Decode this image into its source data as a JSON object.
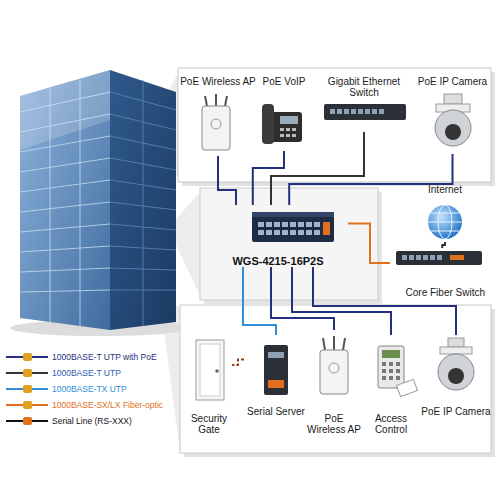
{
  "diagram": {
    "nodes": [
      {
        "text": [
          "PoE Wireless AP"
        ]
      },
      {
        "text": [
          "PoE VoIP"
        ]
      },
      {
        "text": [
          "Gigabit Ethernet Switch"
        ]
      },
      {
        "text": [
          "PoE IP Camera"
        ]
      },
      {
        "text": [
          "Internet"
        ]
      },
      {
        "text": [
          "WGS-4215-16P2S"
        ]
      },
      {
        "text": [
          "Core Fiber Switch"
        ]
      },
      {
        "text": [
          "Security Gate"
        ]
      },
      {
        "text": [
          "Serial Server"
        ]
      },
      {
        "text": [
          "PoE Wireless AP"
        ]
      },
      {
        "text": [
          "Access Control"
        ]
      },
      {
        "text": [
          "PoE IP Camera"
        ]
      }
    ],
    "edges": [
      {
        "from": 5,
        "to": 0,
        "arrow": "none"
      },
      {
        "from": 5,
        "to": 1,
        "arrow": "none"
      },
      {
        "from": 5,
        "to": 2,
        "arrow": "none"
      },
      {
        "from": 5,
        "to": 3,
        "arrow": "none"
      },
      {
        "from": 5,
        "to": 6,
        "arrow": "none"
      },
      {
        "from": 6,
        "to": 4,
        "arrow": "none"
      },
      {
        "from": 5,
        "to": 8,
        "arrow": "none"
      },
      {
        "from": 5,
        "to": 9,
        "arrow": "none"
      },
      {
        "from": 5,
        "to": 10,
        "arrow": "none"
      },
      {
        "from": 5,
        "to": 11,
        "arrow": "none"
      },
      {
        "from": 8,
        "to": 7,
        "arrow": "none"
      }
    ],
    "legend": [
      {
        "text": "1000BASE-T UTP with PoE"
      },
      {
        "text": "1000BASE-T UTP"
      },
      {
        "text": "1000BASE-TX UTP"
      },
      {
        "text": "1000BASE-SX/LX Fiber-optic"
      },
      {
        "text": "Serial Line (RS-XXX)"
      }
    ]
  }
}
